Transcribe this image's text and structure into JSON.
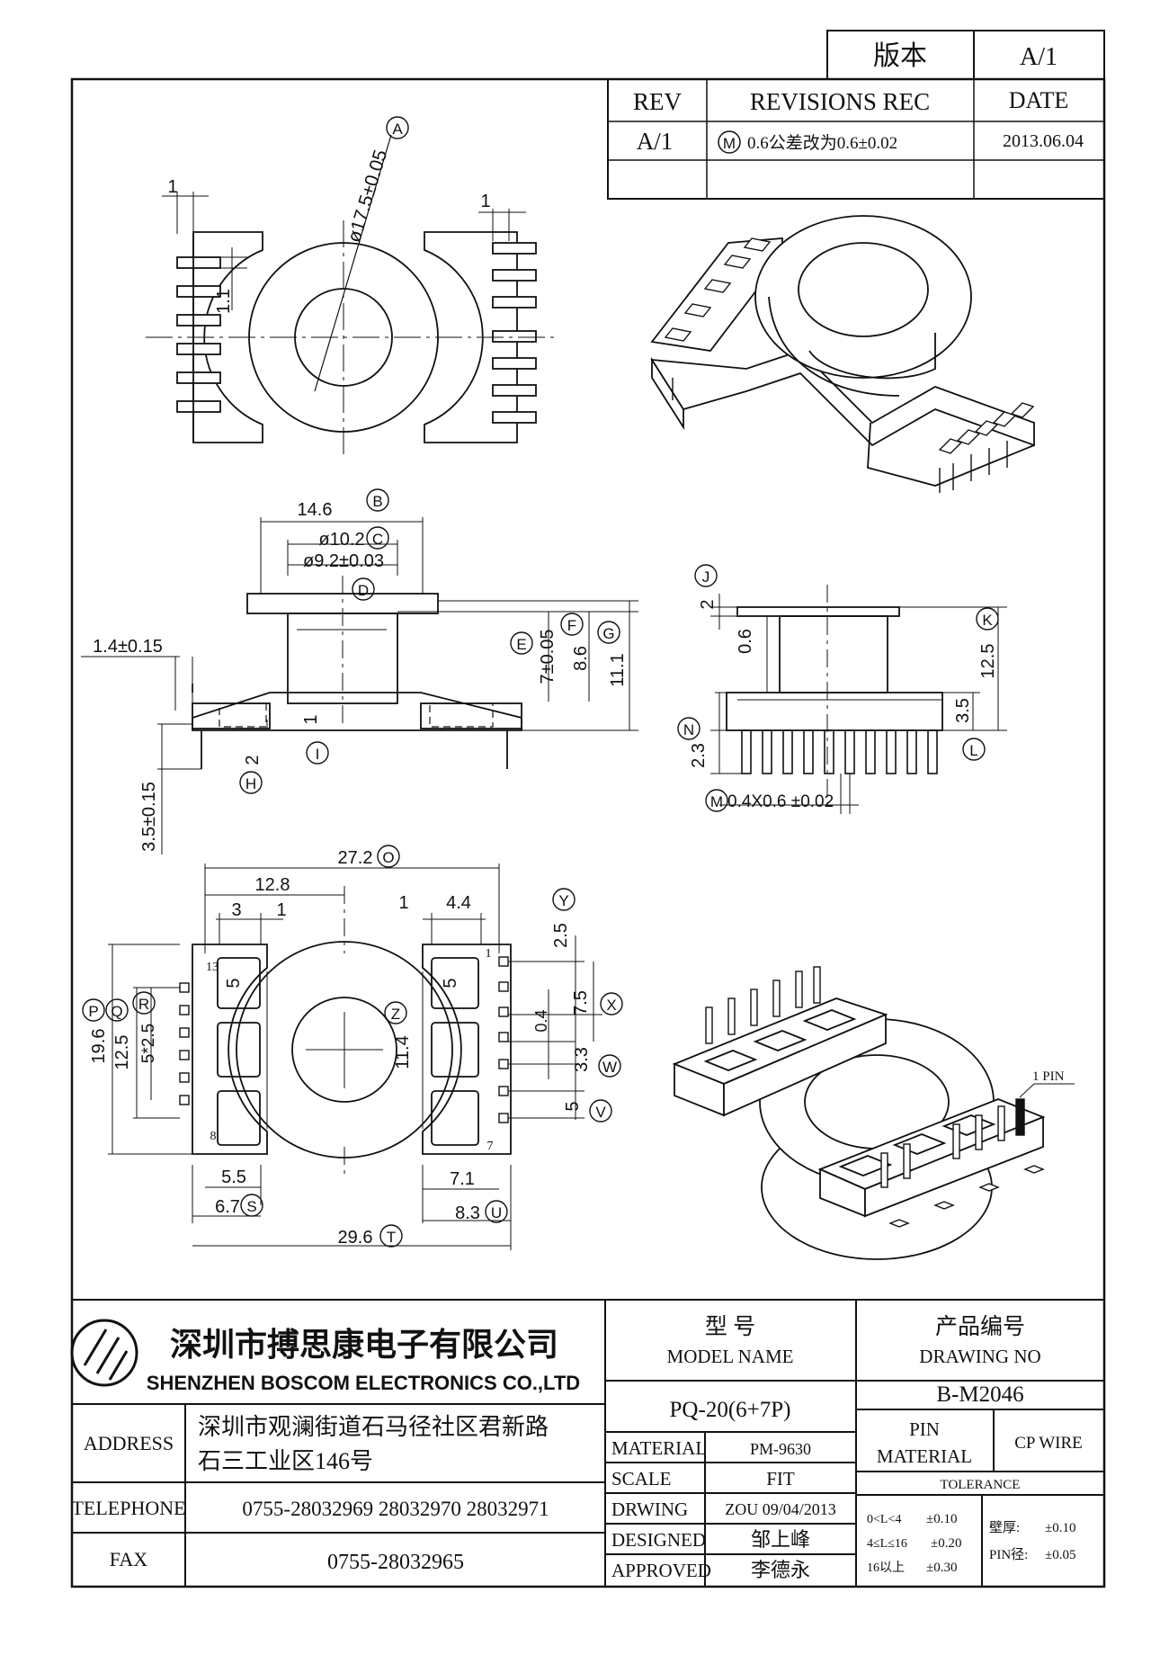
{
  "version_box": {
    "label": "版本",
    "value": "A/1"
  },
  "revisions": {
    "headers": {
      "rev": "REV",
      "record": "REVISIONS REC",
      "date": "DATE"
    },
    "rows": [
      {
        "rev": "A/1",
        "mark": "M",
        "text": "0.6公差改为0.6±0.02",
        "date": "2013.06.04"
      }
    ]
  },
  "top_view": {
    "diameter": "ø17.5±0.05",
    "diameter_tag": "A",
    "pin_width_left": "1",
    "pin_width_right": "1",
    "pitch": "1.1"
  },
  "front_view": {
    "b": {
      "value": "14.6",
      "tag": "B"
    },
    "c": {
      "value": "ø10.2",
      "tag": "C"
    },
    "d": {
      "value": "ø9.2±0.03",
      "tag": "D"
    },
    "e": {
      "value": "7±0.05",
      "tag": "E"
    },
    "f": {
      "value": "8.6",
      "tag": "F"
    },
    "g": {
      "value": "11.1",
      "tag": "G"
    },
    "flange": "1.4±0.15",
    "h": {
      "value": "2",
      "tag": "H"
    },
    "i": {
      "value": "1",
      "tag": "I"
    },
    "pin_len": "3.5±0.15"
  },
  "side_view": {
    "j": {
      "value": "2",
      "tag": "J"
    },
    "wall": "0.6",
    "k": {
      "value": "12.5",
      "tag": "K"
    },
    "l": {
      "value": "3.5",
      "tag": "L"
    },
    "n": {
      "value": "2.3",
      "tag": "N"
    },
    "m": {
      "tag": "M",
      "value": "0.4X0.6 ±0.02"
    }
  },
  "bottom_view": {
    "o": {
      "value": "27.2",
      "tag": "O"
    },
    "w12_8": "12.8",
    "w3": "3",
    "w1a": "1",
    "w1b": "1",
    "w4_4": "4.4",
    "y": {
      "value": "2.5",
      "tag": "Y"
    },
    "x": {
      "value": "7.5",
      "tag": "X"
    },
    "p04": "0.4",
    "w": {
      "value": "3.3",
      "tag": "W"
    },
    "v": {
      "value": "5",
      "tag": "V"
    },
    "p": {
      "value": "19.6",
      "tag": "P"
    },
    "q": {
      "value": "12.5",
      "tag": "Q"
    },
    "r": {
      "value": "5*2.5",
      "tag": "R"
    },
    "z": {
      "value": "11.4",
      "tag": "Z"
    },
    "slot_left": "5",
    "slot_right": "5",
    "pin13": "13",
    "pin8": "8",
    "pin1": "1",
    "pin7": "7",
    "d5_5": "5.5",
    "s": {
      "value": "6.7",
      "tag": "S"
    },
    "d7_1": "7.1",
    "u": {
      "value": "8.3",
      "tag": "U"
    },
    "t": {
      "value": "29.6",
      "tag": "T"
    }
  },
  "iso_view": {
    "pin_label": "1 PIN"
  },
  "title_block": {
    "company_cn": "深圳市搏思康电子有限公司",
    "company_en": "SHENZHEN BOSCOM ELECTRONICS CO.,LTD",
    "address_label": "ADDRESS",
    "address_line1": "深圳市观澜街道石马径社区君新路",
    "address_line2": "石三工业区146号",
    "telephone_label": "TELEPHONE",
    "telephone": "0755-28032969 28032970 28032971",
    "fax_label": "FAX",
    "fax": "0755-28032965",
    "model_cn": "型    号",
    "model_en": "MODEL NAME",
    "model_value": "PQ-20(6+7P)",
    "drawing_cn": "产品编号",
    "drawing_en": "DRAWING NO",
    "drawing_value": "B-M2046",
    "material_label": "MATERIAL",
    "material_value": "PM-9630",
    "scale_label": "SCALE",
    "scale_value": "FIT",
    "drwing_label": "DRWING",
    "drwing_value": "ZOU 09/04/2013",
    "designed_label": "DESIGNED",
    "designed_value": "邹上峰",
    "approved_label": "APPROVED",
    "approved_value": "李德永",
    "pin_label": "PIN",
    "pin_material_label": "MATERIAL",
    "pin_material_value": "CP WIRE",
    "tolerance_label": "TOLERANCE",
    "tol_rows": [
      {
        "range": "0<L<4",
        "tol": "±0.10"
      },
      {
        "range": "4≤L≤16",
        "tol": "±0.20"
      },
      {
        "range": "16以上",
        "tol": "±0.30"
      }
    ],
    "wall_label": "壁厚:",
    "wall_tol": "±0.10",
    "pin_dia_label": "PIN径:",
    "pin_dia_tol": "±0.05"
  }
}
